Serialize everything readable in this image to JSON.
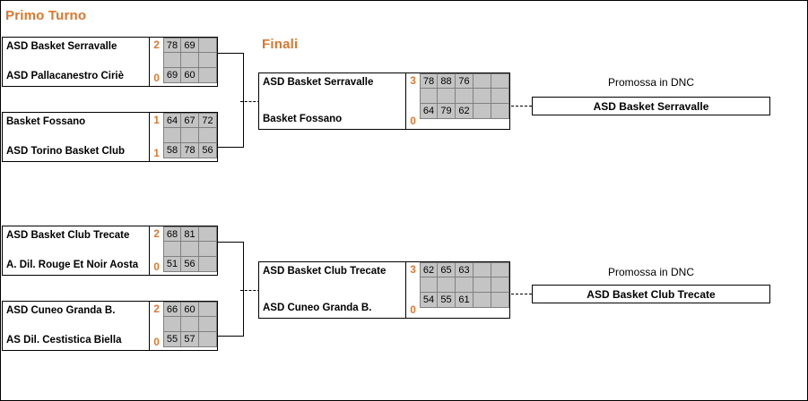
{
  "rounds": [
    {
      "label": "Primo Turno"
    },
    {
      "label": "Finali"
    }
  ],
  "promotion_label": "Promossa in DNC",
  "colors": {
    "accent": "#E0762B",
    "cell": "#C4C4C4",
    "grid": "#808080",
    "text": "#000000"
  },
  "round1": {
    "matches": [
      {
        "top": {
          "team": "ASD Basket Serravalle",
          "wins": "2",
          "scores": [
            "78",
            "69",
            ""
          ]
        },
        "bottom": {
          "team": "ASD Pallacanestro Ciriè",
          "wins": "0",
          "scores": [
            "69",
            "60",
            ""
          ]
        }
      },
      {
        "top": {
          "team": "Basket Fossano",
          "wins": "1",
          "scores": [
            "64",
            "67",
            "72"
          ]
        },
        "bottom": {
          "team": "ASD Torino Basket Club",
          "wins": "1",
          "scores": [
            "58",
            "78",
            "56"
          ]
        }
      },
      {
        "top": {
          "team": "ASD Basket Club Trecate",
          "wins": "2",
          "scores": [
            "68",
            "81",
            ""
          ]
        },
        "bottom": {
          "team": "A. Dil. Rouge Et Noir Aosta",
          "wins": "0",
          "scores": [
            "51",
            "56",
            ""
          ]
        }
      },
      {
        "top": {
          "team": "ASD Cuneo Granda B.",
          "wins": "2",
          "scores": [
            "66",
            "60",
            ""
          ]
        },
        "bottom": {
          "team": "AS Dil. Cestistica Biella",
          "wins": "0",
          "scores": [
            "55",
            "57",
            ""
          ]
        }
      }
    ]
  },
  "finali": {
    "matches": [
      {
        "top": {
          "team": "ASD Basket Serravalle",
          "wins": "3",
          "scores": [
            "78",
            "88",
            "76",
            "",
            ""
          ]
        },
        "bottom": {
          "team": "Basket Fossano",
          "wins": "0",
          "scores": [
            "64",
            "79",
            "62",
            "",
            ""
          ]
        }
      },
      {
        "top": {
          "team": "ASD Basket Club Trecate",
          "wins": "3",
          "scores": [
            "62",
            "65",
            "63",
            "",
            ""
          ]
        },
        "bottom": {
          "team": "ASD Cuneo Granda B.",
          "wins": "0",
          "scores": [
            "54",
            "55",
            "61",
            "",
            ""
          ]
        }
      }
    ]
  },
  "promoted": [
    {
      "team": "ASD Basket Serravalle"
    },
    {
      "team": "ASD Basket Club Trecate"
    }
  ]
}
